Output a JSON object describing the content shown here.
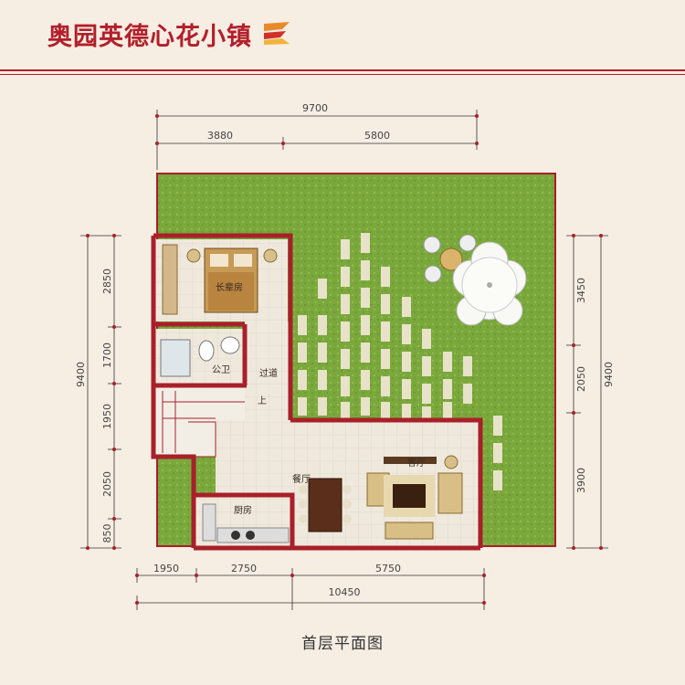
{
  "brand": {
    "name": "奥园英德心花小镇",
    "logo_icon": "stripe-logo-icon"
  },
  "plan": {
    "top": {
      "total": "9700",
      "left": "3880",
      "right": "5800"
    },
    "bottom": {
      "total": "10450",
      "left": "1950",
      "mid": "2750",
      "right": "5750"
    },
    "left": {
      "total": "9400",
      "a": "2850",
      "b": "1700",
      "c": "1950",
      "d": "2050",
      "e": "850"
    },
    "right": {
      "total": "9400",
      "a": "3450",
      "b": "2050",
      "c": "3900"
    },
    "rooms": {
      "bedroom": "长辈房",
      "bathroom": "公卫",
      "corridor": "过道",
      "stair_up": "上",
      "dining": "餐厅",
      "living": "客厅",
      "kitchen": "厨房"
    }
  },
  "caption": "首层平面图",
  "colors": {
    "brand_red": "#b21f2a",
    "wall": "#a8202a",
    "lawn": "#7aa83c",
    "floor": "#efe9dd"
  }
}
